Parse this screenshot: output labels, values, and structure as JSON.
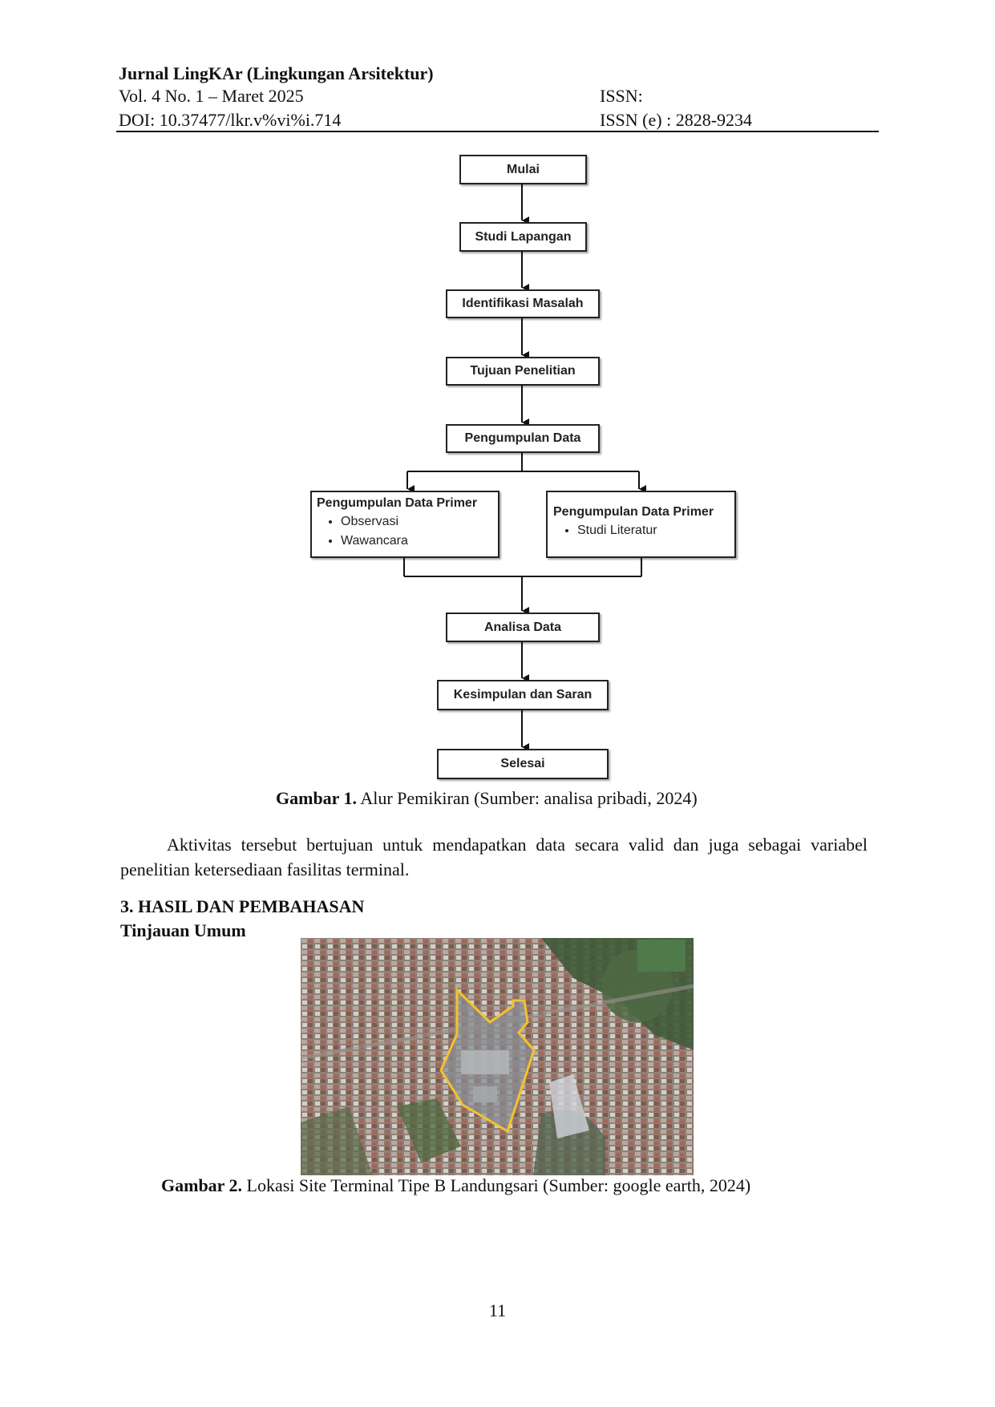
{
  "header": {
    "journal": "Jurnal LingKAr (Lingkungan Arsitektur)",
    "volume": "Vol. 4 No. 1 – Maret 2025",
    "doi": "DOI: 10.37477/lkr.v%vi%i.714",
    "issn": "ISSN:",
    "issn_e": "ISSN (e) : 2828-9234"
  },
  "flowchart": {
    "start": "Mulai",
    "step1": "Studi Lapangan",
    "step2": "Identifikasi Masalah",
    "step3": "Tujuan Penelitian",
    "step4": "Pengumpulan Data",
    "left_branch": {
      "title": "Pengumpulan Data Primer",
      "items": [
        "Observasi",
        "Wawancara"
      ]
    },
    "right_branch": {
      "title": "Pengumpulan Data Primer",
      "items": [
        "Studi Literatur"
      ]
    },
    "step5": "Analisa Data",
    "step6": "Kesimpulan dan Saran",
    "end": "Selesai"
  },
  "figure1_caption": {
    "label": "Gambar 1.",
    "text": " Alur Pemikiran (Sumber: analisa pribadi, 2024)"
  },
  "paragraph": "Aktivitas tersebut bertujuan untuk mendapatkan data secara valid dan juga sebagai variabel penelitian ketersediaan fasilitas terminal.",
  "section": {
    "heading": "3. HASIL DAN PEMBAHASAN",
    "subheading": "Tinjauan Umum"
  },
  "figure2_caption": {
    "label": "Gambar 2.",
    "text": " Lokasi Site Terminal Tipe B Landungsari (Sumber: google earth, 2024)"
  },
  "page_number": "11",
  "colors": {
    "site_outline": "#f2c230",
    "map_vegetation": "#3f5a38"
  }
}
